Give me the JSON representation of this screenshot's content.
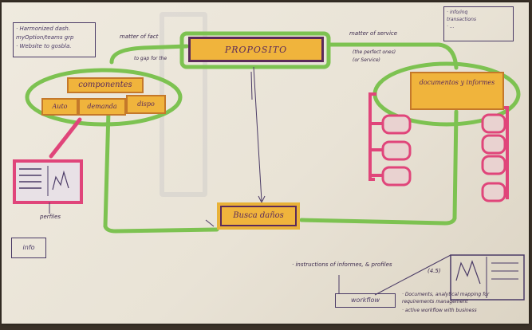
{
  "diagram": {
    "notes": {
      "top_left": [
        "· Harmonized dash.",
        "  myOption/teams grp",
        "· Website to gosbla."
      ],
      "top_right": [
        "· info/inq",
        "  transactions",
        "· ..."
      ]
    },
    "nodes": {
      "top_center": "PROPOSITO",
      "bottom_center": "Busca daños",
      "left_group_title": "componentes",
      "left_subs": [
        "Auto",
        "demanda",
        "dispo"
      ],
      "right_group_title": "documentos y informes"
    },
    "annotations": {
      "matter_of_fact": "matter of fact",
      "for_gap": "to gap for the",
      "matter_of_service": "matter of service",
      "services_paths": [
        "(the perfect ones)",
        "(or Service)"
      ],
      "bottom_note": "· instructions of informes, & profiles",
      "date_like": "(4.5)",
      "left_caption": "perfiles",
      "bottom_box": "workflow",
      "bottom_list": [
        "· Documents, analytical mapping for",
        "  requirements management",
        "· active workflow with business"
      ],
      "bottom_left_box": "info"
    },
    "colors": {
      "green": "#7dc251",
      "magenta": "#e0457a",
      "yellow": "#f0b43c",
      "purple": "#5a2a5a"
    }
  }
}
